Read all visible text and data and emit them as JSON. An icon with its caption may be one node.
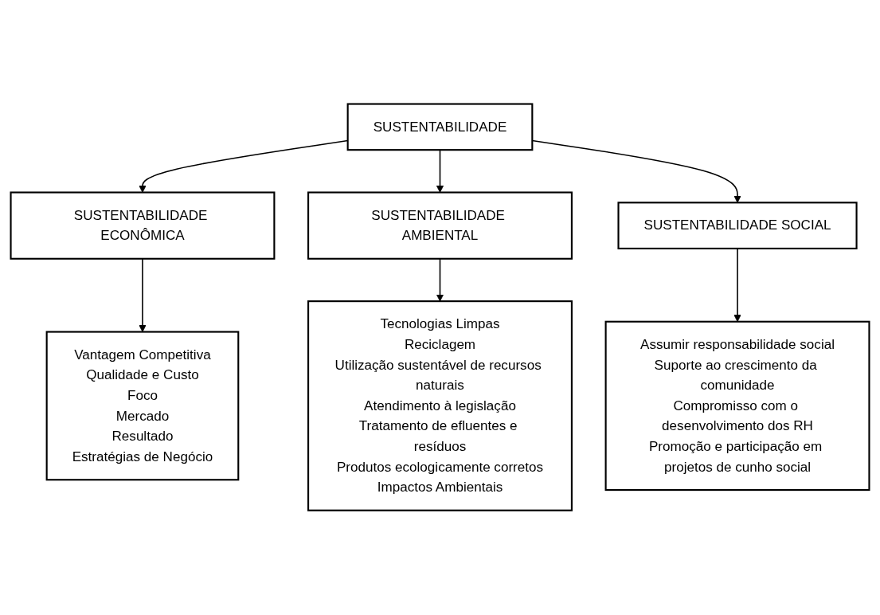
{
  "diagram": {
    "nodes": [
      {
        "text": [
          "SUSTENTABILIDADE"
        ]
      },
      {
        "text": [
          "SUSTENTABILIDADE ECONÔMICA"
        ]
      },
      {
        "text": [
          "SUSTENTABILIDADE AMBIENTAL"
        ]
      },
      {
        "text": [
          "SUSTENTABILIDADE SOCIAL"
        ]
      },
      {
        "text": [
          "Vantagem Competitiva",
          "Qualidade e Custo",
          "Foco",
          "Mercado",
          "Resultado",
          "Estratégias de Negócio"
        ]
      },
      {
        "text": [
          "Tecnologias Limpas",
          "Reciclagem",
          "Utilização sustentável de recursos naturais",
          "Atendimento à legislação",
          "Tratamento de efluentes e resíduos",
          "Produtos ecologicamente corretos",
          "Impactos Ambientais"
        ]
      },
      {
        "text": [
          "Assumir responsabilidade social",
          "Suporte ao crescimento da comunidade",
          "Compromisso com o desenvolvimento dos RH",
          "Promoção e participação em projetos de cunho social"
        ]
      }
    ],
    "edges": [
      {
        "from": 0,
        "to": 1,
        "arrow": "to"
      },
      {
        "from": 0,
        "to": 2,
        "arrow": "to"
      },
      {
        "from": 0,
        "to": 3,
        "arrow": "to"
      },
      {
        "from": 1,
        "to": 4,
        "arrow": "to"
      },
      {
        "from": 2,
        "to": 5,
        "arrow": "to"
      },
      {
        "from": 3,
        "to": 6,
        "arrow": "to"
      }
    ]
  }
}
